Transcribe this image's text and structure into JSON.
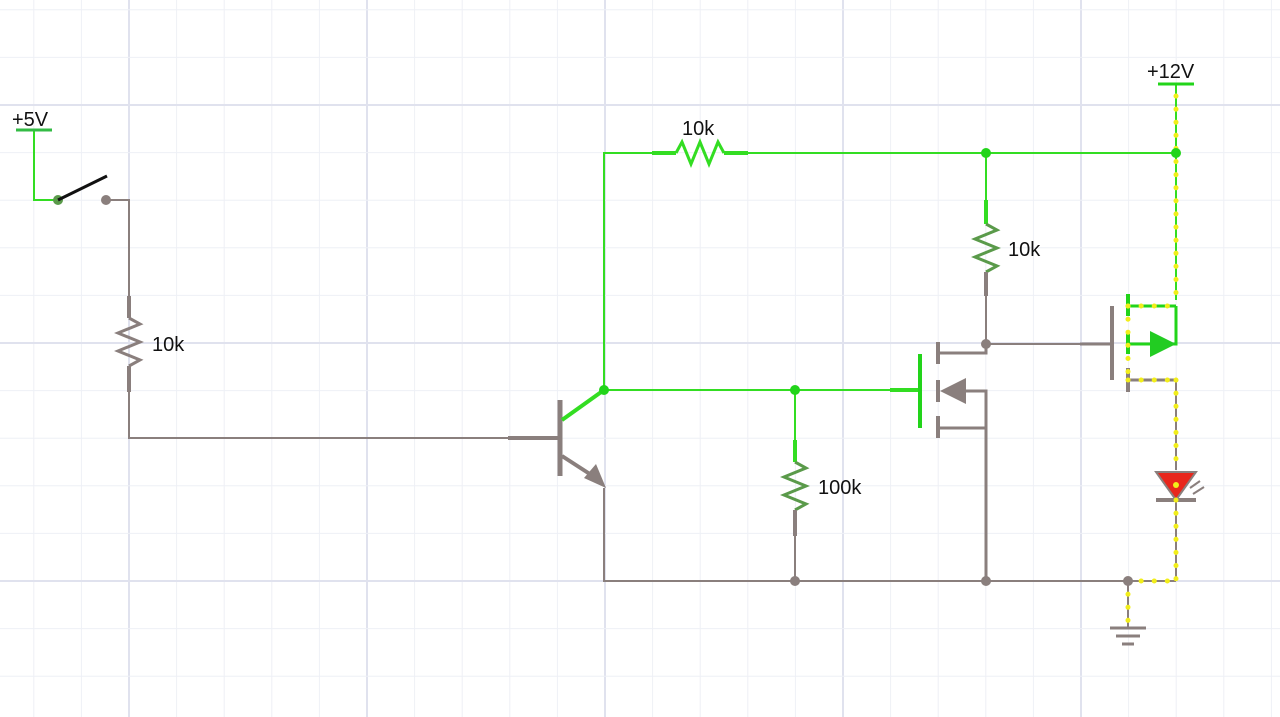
{
  "supplies": {
    "v5": "+5V",
    "v12": "+12V"
  },
  "resistors": {
    "r_input": "10k",
    "r_top": "10k",
    "r_pullup": "10k",
    "r_pulldown": "100k"
  },
  "colors": {
    "live_wire": "#33dd22",
    "dead_wire": "#8a7f7d",
    "current_dots": "#f2ee1a",
    "led_body": "#e8261c",
    "grid_minor": "#eef0f6",
    "grid_major": "#e0e2ee"
  },
  "components": [
    "switch",
    "npn-transistor",
    "n-channel-mosfet",
    "p-channel-mosfet",
    "led",
    "ground"
  ]
}
